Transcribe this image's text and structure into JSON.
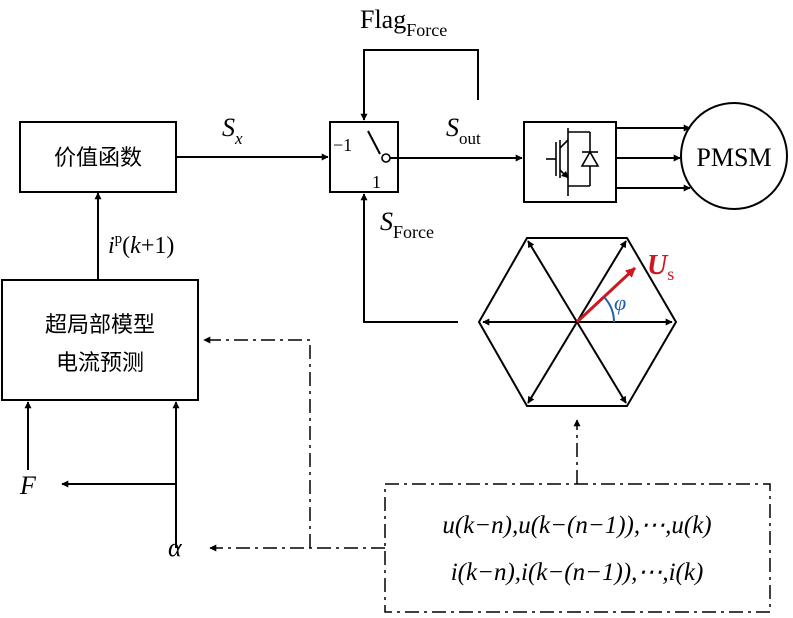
{
  "blocks": {
    "cost_function": "价值函数",
    "predict_line1": "超局部模型",
    "predict_line2": "电流预测",
    "motor": "PMSM",
    "switch_minus1": "−1",
    "switch_1": "1"
  },
  "signals": {
    "flag_main": "Flag",
    "flag_sub": "Force",
    "sx_main": "S",
    "sx_sub": "x",
    "sout_main": "S",
    "sout_sub": "out",
    "sforce_main": "S",
    "sforce_sub": "Force",
    "ip_i": "i",
    "ip_sup": "p",
    "ip_open": "(",
    "ip_k": "k",
    "ip_rest": "+1)",
    "F": "F",
    "alpha": "α",
    "us_main": "U",
    "us_sub": "s",
    "phi": "φ"
  },
  "history": {
    "u_line": "u(k−n),u(k−(n−1)),⋯,u(k)",
    "i_line": "i(k−n),i(k−(n−1)),⋯,i(k)"
  },
  "colors": {
    "us_vector": "#d0161e",
    "phi_arc": "#1f5fa8",
    "lines": "#000000"
  }
}
